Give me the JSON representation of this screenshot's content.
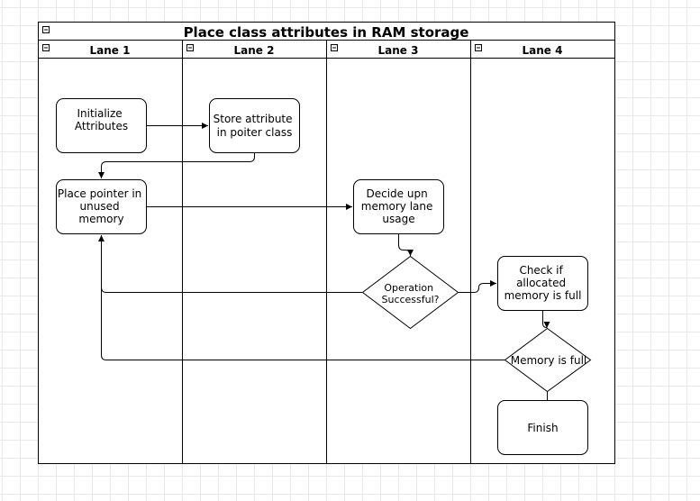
{
  "diagram": {
    "title": "Place class attributes in RAM storage",
    "lanes": [
      "Lane 1",
      "Lane 2",
      "Lane 3",
      "Lane 4"
    ],
    "collapse_glyph": "⊟",
    "nodes": {
      "init": [
        "Initialize",
        "Attributes"
      ],
      "store": [
        "Store attribute",
        "in poiter class"
      ],
      "place": [
        "Place pointer in",
        "unused",
        "memory"
      ],
      "decide": [
        "Decide upn",
        "memory lane",
        "usage"
      ],
      "operation": [
        "Operation",
        "Successful?"
      ],
      "check": [
        "Check if",
        "allocated",
        "memory is full"
      ],
      "memfull": "Memory is full",
      "finish": "Finish"
    }
  }
}
